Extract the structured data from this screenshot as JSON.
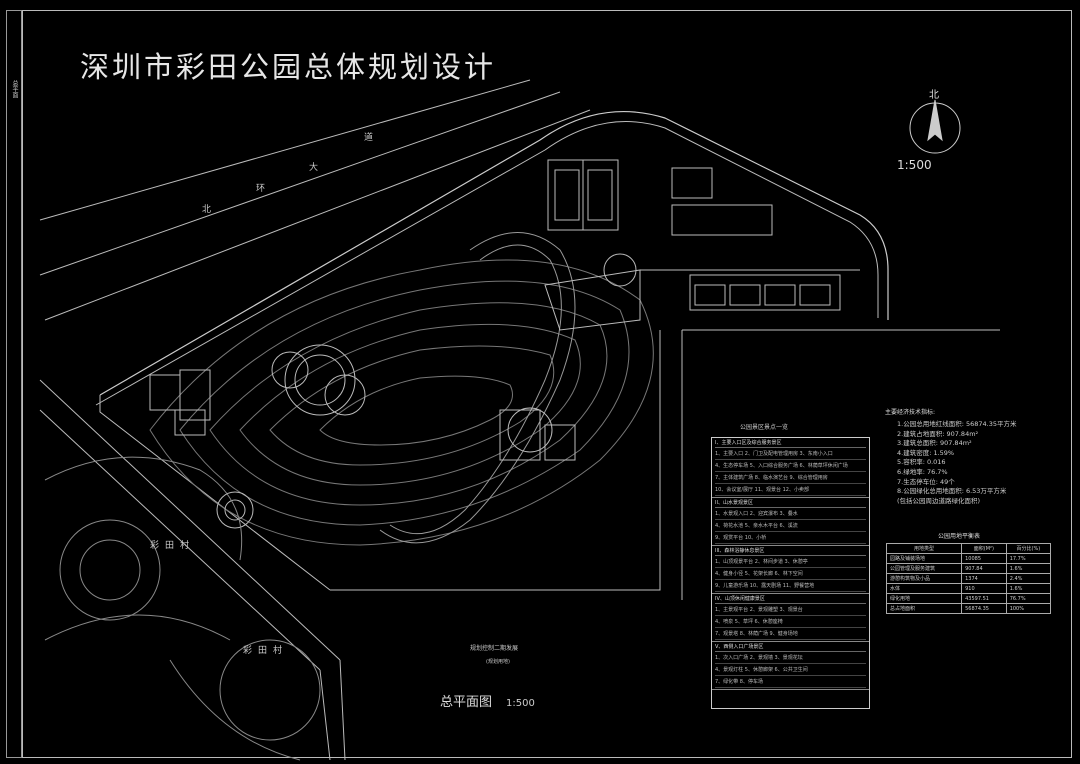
{
  "title": "深圳市彩田公园总体规划设计",
  "side_label": "总平面",
  "north_label": "北",
  "scale": "1:500",
  "plan_title": "总平面图",
  "plan_scale": "1:500",
  "roads": {
    "north_ring_1": "北",
    "north_ring_2": "环",
    "north_ring_3": "大",
    "north_ring_4": "道"
  },
  "villages": {
    "village_1": "彩田村",
    "village_2": "彩田村"
  },
  "phase_note": "规划控制二期发展",
  "phase_note_sub": "(规划用地)",
  "legend": {
    "title": "公园景区景点一览",
    "sections": [
      {
        "heading": "I、主要入口区及综合服务景区",
        "rows": [
          "1、主要入口  2、门卫及配电管理用房  3、东南小入口",
          "4、生态停车场  5、入口综合服务广场  6、林荫草坪休闲广场",
          "7、主体建筑广场  8、临水演艺台  9、综合管理用房",
          "10、会议室/展厅  11、观景台  12、小卖部"
        ]
      },
      {
        "heading": "II、山水景观景区",
        "rows": [
          "1、水景观入口  2、迎宾瀑布  3、叠水",
          "4、荷花水池  5、亲水木平台  6、溪流",
          "9、观赏平台  10、小桥"
        ]
      },
      {
        "heading": "III、森林浴静休息景区",
        "rows": [
          "1、山顶观景平台  2、林间步道  3、休憩亭",
          "4、健身小径  5、花架长廊  6、林下空间",
          "9、儿童游乐场  10、露天剧场  11、野餐营地"
        ]
      },
      {
        "heading": "IV、山顶休闲健康景区",
        "rows": [
          "1、主景观平台  2、景观雕塑  3、观景台",
          "4、喷泉  5、草坪  6、休憩座椅",
          "7、观景塔  8、林荫广场  9、健身场地"
        ]
      },
      {
        "heading": "V、西侧入口广场景区",
        "rows": [
          "1、次入口广场  2、景观墙  3、景观花坛",
          "4、景观灯柱  5、休憩廊架  6、公共卫生间",
          "7、绿化带  8、停车场"
        ]
      }
    ]
  },
  "specs": {
    "title": "主要经济技术指标:",
    "items": [
      "1.公园总用地红线面积: 56874.35平方米",
      "2.建筑占地面积: 907.84m²",
      "3.建筑总面积: 907.84m²",
      "4.建筑密度: 1.59%",
      "5.容积率: 0.016",
      "6.绿地率: 76.7%",
      "7.生态停车位: 49个",
      "8.公园绿化总用地面积: 6.53万平方米",
      "(包括公园周边道路绿化面积)"
    ]
  },
  "usage": {
    "title": "公园用地平衡表",
    "headers": [
      "用地类型",
      "面积(M²)",
      "百分比(%)"
    ],
    "rows": [
      [
        "园路及铺装场地",
        "10085",
        "17.7%"
      ],
      [
        "公园管理及服务建筑",
        "907.84",
        "1.6%"
      ],
      [
        "游憩构筑物及小品",
        "1374",
        "2.4%"
      ],
      [
        "水体",
        "910",
        "1.6%"
      ],
      [
        "绿化用地",
        "43597.51",
        "76.7%"
      ],
      [
        "总占地面积",
        "56874.35",
        "100%"
      ]
    ]
  }
}
